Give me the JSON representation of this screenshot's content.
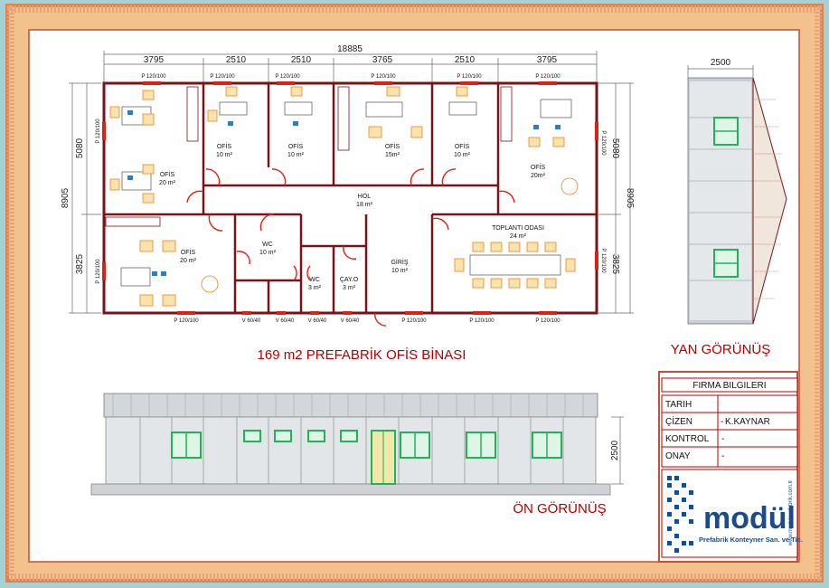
{
  "title": "169 m2 PREFABRİK OFİS BİNASI",
  "side_view_label": "YAN GÖRÜNÜŞ",
  "front_view_label": "ÖN GÖRÜNÜŞ",
  "dimensions": {
    "overall": "18885",
    "segments": [
      "3795",
      "2510",
      "2510",
      "3765",
      "2510",
      "3795"
    ],
    "depth": "8905",
    "depth_top": "5080",
    "depth_bottom": "3825",
    "side_width": "2500",
    "front_height": "2500"
  },
  "windows": {
    "p": "P 120/100",
    "v": "V 60/40"
  },
  "rooms": {
    "ofis_label": "OFİS",
    "ofis_20": "20 m²",
    "ofis_10": "10 m²",
    "ofis_15": "15m²",
    "ofis_20b": "20m²",
    "hol_label": "HOL",
    "hol_area": "18 m²",
    "toplanti_label": "TOPLANTI ODASI",
    "toplanti_area": "24 m²",
    "wc_label": "WC",
    "wc_area_10": "10 m²",
    "wc_area_3": "3 m²",
    "cay_label": "ÇAY.O",
    "cay_area": "3 m²",
    "giris_label": "GİRİŞ",
    "giris_area": "10 m²"
  },
  "title_block": {
    "heading": "FIRMA BILGILERI",
    "rows": [
      {
        "label": "TARIH",
        "value": ""
      },
      {
        "label": "ÇİZEN",
        "value": "K.KAYNAR"
      },
      {
        "label": "KONTROL",
        "value": "-"
      },
      {
        "label": "ONAY",
        "value": "-"
      }
    ],
    "logo_text": "modül",
    "logo_subtitle": "Prefabrik Konteyner San. ve Tic.",
    "logo_site": "www.modulprefabrik.com.tr"
  },
  "colors": {
    "frame_outer": "#a2d2d5",
    "frame_border": "#e0834f",
    "frame_inner": "#f3c18c",
    "wall": "#7a1218",
    "door": "#e02010",
    "title_red": "#b40000",
    "window_green": "#22b35a",
    "logo_blue": "#1a4c8c"
  }
}
